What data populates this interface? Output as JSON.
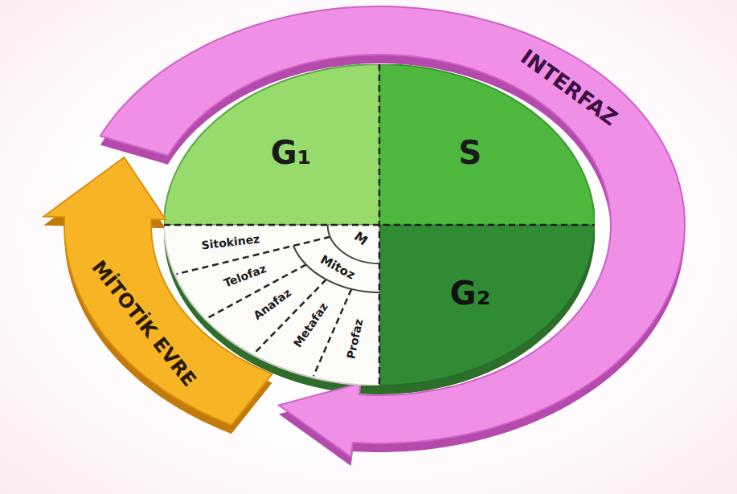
{
  "diagram": {
    "nodes": [
      {
        "text": [
          "INTERFAZ"
        ]
      },
      {
        "text": [
          "G₁"
        ]
      },
      {
        "text": [
          "S"
        ]
      },
      {
        "text": [
          "G₂"
        ]
      },
      {
        "text": [
          "M"
        ]
      },
      {
        "text": [
          "MİTOTİK EVRE"
        ]
      }
    ],
    "labels": [
      "Mitoz",
      "Sitokinez",
      "Telofaz",
      "Anafaz",
      "Metafaz",
      "Profaz"
    ]
  }
}
